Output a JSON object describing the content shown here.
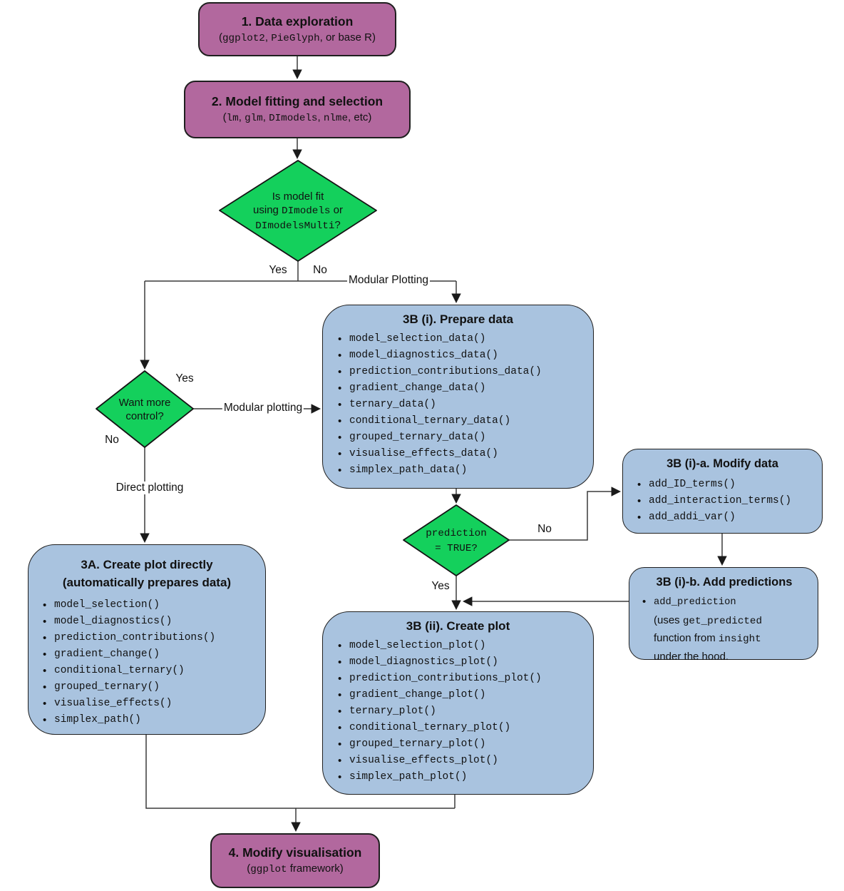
{
  "colors": {
    "purple": "#b2689e",
    "green": "#14d05c",
    "blue": "#a9c3df",
    "line": "#333333"
  },
  "nodes": {
    "step1": {
      "title": "1. Data exploration",
      "subtitle": [
        {
          "t": "(",
          "c": 0
        },
        {
          "t": "ggplot2",
          "c": 1
        },
        {
          "t": ", ",
          "c": 0
        },
        {
          "t": "PieGlyph",
          "c": 1
        },
        {
          "t": ", or base R)",
          "c": 0
        }
      ]
    },
    "step2": {
      "title": "2. Model fitting and selection",
      "subtitle": [
        {
          "t": "(",
          "c": 0
        },
        {
          "t": "lm",
          "c": 1
        },
        {
          "t": ", ",
          "c": 0
        },
        {
          "t": "glm",
          "c": 1
        },
        {
          "t": ", ",
          "c": 0
        },
        {
          "t": "DImodels",
          "c": 1
        },
        {
          "t": ", ",
          "c": 0
        },
        {
          "t": "nlme",
          "c": 1
        },
        {
          "t": ", etc)",
          "c": 0
        }
      ]
    },
    "decision1": {
      "lines": [
        [
          {
            "t": "Is model fit",
            "c": 0
          }
        ],
        [
          {
            "t": "using ",
            "c": 0
          },
          {
            "t": "DImodels",
            "c": 1
          },
          {
            "t": " or",
            "c": 0
          }
        ],
        [
          {
            "t": "DImodelsMulti",
            "c": 1
          },
          {
            "t": "?",
            "c": 0
          }
        ]
      ]
    },
    "decision2": {
      "lines": [
        [
          {
            "t": "Want more",
            "c": 0
          }
        ],
        [
          {
            "t": "control?",
            "c": 0
          }
        ]
      ]
    },
    "decision3": {
      "lines": [
        [
          {
            "t": "prediction",
            "c": 1
          }
        ],
        [
          {
            "t": "= TRUE?",
            "c": 1
          }
        ]
      ]
    },
    "prepare": {
      "title": "3B (i). Prepare data",
      "items": [
        "model_selection_data()",
        "model_diagnostics_data()",
        "prediction_contributions_data()",
        "gradient_change_data()",
        "ternary_data()",
        "conditional_ternary_data()",
        "grouped_ternary_data()",
        "visualise_effects_data()",
        "simplex_path_data()"
      ]
    },
    "modify": {
      "title": "3B (i)-a. Modify data",
      "items": [
        "add_ID_terms()",
        "add_interaction_terms()",
        "add_addi_var()"
      ]
    },
    "addpred": {
      "title": "3B (i)-b. Add predictions",
      "bullet": [
        {
          "t": "add_prediction",
          "c": 1
        }
      ],
      "lines": [
        [
          {
            "t": "(uses ",
            "c": 0
          },
          {
            "t": "get_predicted",
            "c": 1
          }
        ],
        [
          {
            "t": "function from ",
            "c": 0
          },
          {
            "t": "insight",
            "c": 1
          }
        ],
        [
          {
            "t": "under the hood.",
            "c": 0
          }
        ]
      ]
    },
    "direct": {
      "title_line1": "3A. Create plot directly",
      "title_line2": "(automatically prepares data)",
      "items": [
        "model_selection()",
        "model_diagnostics()",
        "prediction_contributions()",
        "gradient_change()",
        "conditional_ternary()",
        "grouped_ternary()",
        "visualise_effects()",
        "simplex_path()"
      ]
    },
    "createplot": {
      "title": "3B (ii). Create plot",
      "items": [
        "model_selection_plot()",
        "model_diagnostics_plot()",
        "prediction_contributions_plot()",
        "gradient_change_plot()",
        "ternary_plot()",
        "conditional_ternary_plot()",
        "grouped_ternary_plot()",
        "visualise_effects_plot()",
        "simplex_path_plot()"
      ]
    },
    "step4": {
      "title": "4. Modify visualisation",
      "subtitle": [
        {
          "t": "(",
          "c": 0
        },
        {
          "t": "ggplot",
          "c": 1
        },
        {
          "t": " framework)",
          "c": 0
        }
      ]
    }
  },
  "edge_labels": {
    "yes1": "Yes",
    "no1": "No",
    "modular_top": "Modular Plotting",
    "yes2": "Yes",
    "modular_side": "Modular plotting",
    "no2": "No",
    "direct_plotting": "Direct plotting",
    "no3": "No",
    "yes3": "Yes"
  }
}
